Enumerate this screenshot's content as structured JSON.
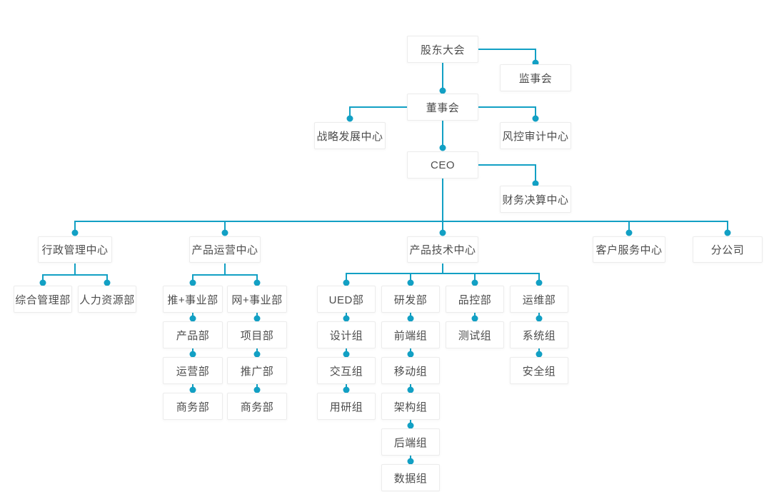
{
  "diagram": {
    "type": "org-chart",
    "accent_color": "#12a0c4",
    "box_border_color": "#ececec",
    "text_color": "#4d4d4d",
    "background_color": "#ffffff",
    "nodes": {
      "shareholders": {
        "label": "股东大会"
      },
      "supervisory": {
        "label": "监事会"
      },
      "board": {
        "label": "董事会"
      },
      "strategy": {
        "label": "战略发展中心"
      },
      "risk_audit": {
        "label": "风控审计中心"
      },
      "ceo": {
        "label": "CEO"
      },
      "finance": {
        "label": "财务决算中心"
      },
      "admin_center": {
        "label": "行政管理中心"
      },
      "product_ops_center": {
        "label": "产品运营中心"
      },
      "product_tech_center": {
        "label": "产品技术中心"
      },
      "customer_service_center": {
        "label": "客户服务中心"
      },
      "branch_company": {
        "label": "分公司"
      },
      "general_admin": {
        "label": "综合管理部"
      },
      "hr": {
        "label": "人力资源部"
      },
      "tui_division": {
        "label": "推+事业部"
      },
      "wang_division": {
        "label": "网+事业部"
      },
      "ued": {
        "label": "UED部"
      },
      "rnd": {
        "label": "研发部"
      },
      "qc": {
        "label": "品控部"
      },
      "ops": {
        "label": "运维部"
      },
      "product_dept": {
        "label": "产品部"
      },
      "project_dept": {
        "label": "项目部"
      },
      "operation_dept": {
        "label": "运营部"
      },
      "promotion_dept": {
        "label": "推广部"
      },
      "business_dept_tui": {
        "label": "商务部"
      },
      "business_dept_wang": {
        "label": "商务部"
      },
      "design_team": {
        "label": "设计组"
      },
      "interaction_team": {
        "label": "交互组"
      },
      "user_research_team": {
        "label": "用研组"
      },
      "frontend_team": {
        "label": "前端组"
      },
      "mobile_team": {
        "label": "移动组"
      },
      "architecture_team": {
        "label": "架构组"
      },
      "backend_team": {
        "label": "后端组"
      },
      "data_team": {
        "label": "数据组"
      },
      "testing_team": {
        "label": "测试组"
      },
      "system_team": {
        "label": "系统组"
      },
      "security_team": {
        "label": "安全组"
      }
    },
    "edges": [
      [
        "shareholders",
        "supervisory"
      ],
      [
        "shareholders",
        "board"
      ],
      [
        "board",
        "strategy"
      ],
      [
        "board",
        "risk_audit"
      ],
      [
        "board",
        "ceo"
      ],
      [
        "ceo",
        "finance"
      ],
      [
        "ceo",
        "admin_center"
      ],
      [
        "ceo",
        "product_ops_center"
      ],
      [
        "ceo",
        "product_tech_center"
      ],
      [
        "ceo",
        "customer_service_center"
      ],
      [
        "ceo",
        "branch_company"
      ],
      [
        "admin_center",
        "general_admin"
      ],
      [
        "admin_center",
        "hr"
      ],
      [
        "product_ops_center",
        "tui_division"
      ],
      [
        "product_ops_center",
        "wang_division"
      ],
      [
        "tui_division",
        "product_dept"
      ],
      [
        "product_dept",
        "operation_dept"
      ],
      [
        "operation_dept",
        "business_dept_tui"
      ],
      [
        "wang_division",
        "project_dept"
      ],
      [
        "project_dept",
        "promotion_dept"
      ],
      [
        "promotion_dept",
        "business_dept_wang"
      ],
      [
        "product_tech_center",
        "ued"
      ],
      [
        "product_tech_center",
        "rnd"
      ],
      [
        "product_tech_center",
        "qc"
      ],
      [
        "product_tech_center",
        "ops"
      ],
      [
        "ued",
        "design_team"
      ],
      [
        "design_team",
        "interaction_team"
      ],
      [
        "interaction_team",
        "user_research_team"
      ],
      [
        "rnd",
        "frontend_team"
      ],
      [
        "frontend_team",
        "mobile_team"
      ],
      [
        "mobile_team",
        "architecture_team"
      ],
      [
        "architecture_team",
        "backend_team"
      ],
      [
        "backend_team",
        "data_team"
      ],
      [
        "qc",
        "testing_team"
      ],
      [
        "ops",
        "system_team"
      ],
      [
        "system_team",
        "security_team"
      ]
    ]
  }
}
